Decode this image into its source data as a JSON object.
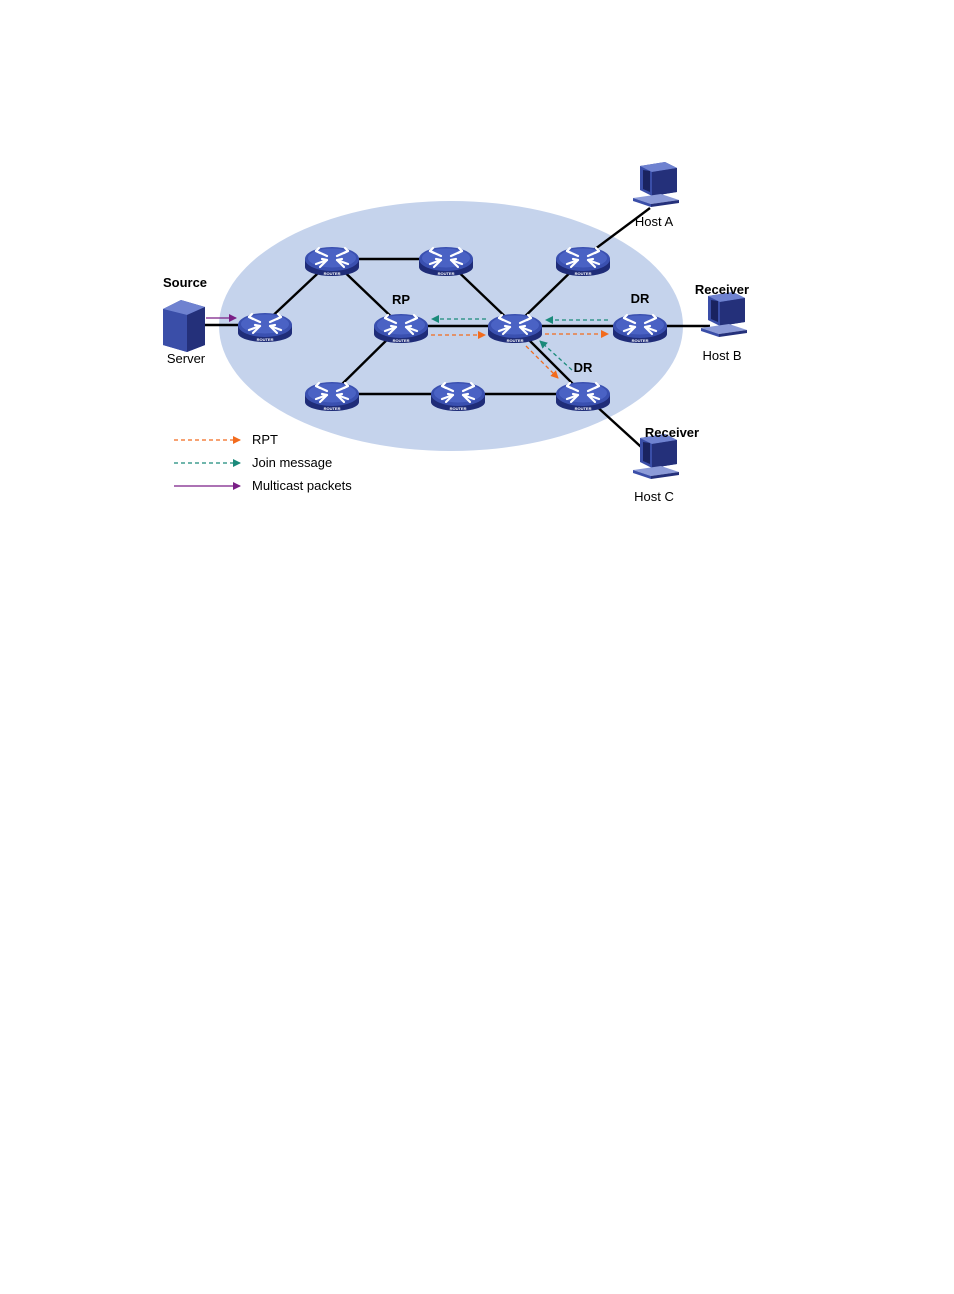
{
  "routers": [
    {
      "id": "r1",
      "label": "ROUTER"
    },
    {
      "id": "r2",
      "label": "ROUTER"
    },
    {
      "id": "r3",
      "label": "ROUTER"
    },
    {
      "id": "r4",
      "label": "ROUTER"
    },
    {
      "id": "rp",
      "label": "ROUTER"
    },
    {
      "id": "rmid",
      "label": "ROUTER"
    },
    {
      "id": "rdr1",
      "label": "ROUTER"
    },
    {
      "id": "r5",
      "label": "ROUTER"
    },
    {
      "id": "r6",
      "label": "ROUTER"
    },
    {
      "id": "rdr2",
      "label": "ROUTER"
    }
  ],
  "labels": {
    "source": "Source",
    "server": "Server",
    "rp": "RP",
    "dr_b": "DR",
    "dr_c": "DR",
    "receiver_b": "Receiver",
    "receiver_c": "Receiver",
    "host_a": "Host A",
    "host_b": "Host B",
    "host_c": "Host C"
  },
  "legend": [
    {
      "label": "RPT",
      "color": "#f26b1d",
      "style": "dashed"
    },
    {
      "label": "Join message",
      "color": "#1a8a7a",
      "style": "dashed"
    },
    {
      "label": "Multicast packets",
      "color": "#7a1f86",
      "style": "solid"
    }
  ],
  "colors": {
    "domain": "#c5d3ec",
    "router": "#3548a5",
    "rpt": "#f26b1d",
    "join": "#1a8a7a",
    "multicast": "#7a1f86"
  }
}
